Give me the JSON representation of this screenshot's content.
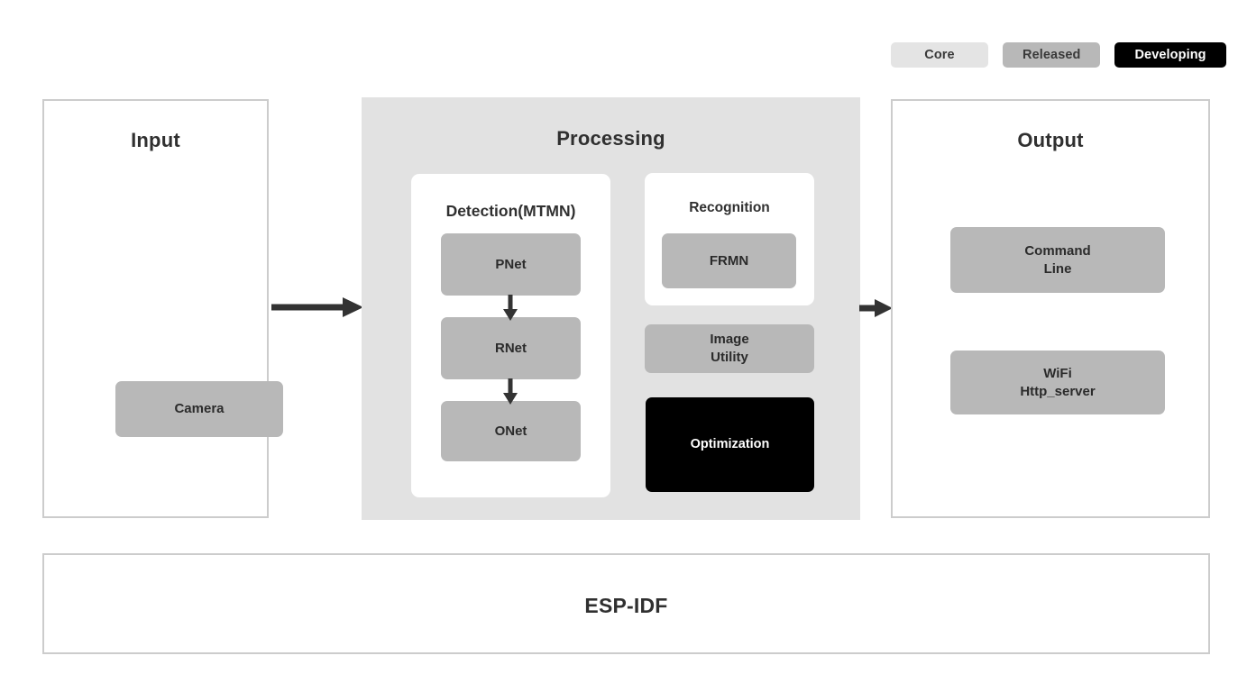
{
  "legend": {
    "items": [
      {
        "label": "Core",
        "color": "#e4e4e4",
        "text_color": "#3a3a3a"
      },
      {
        "label": "Released",
        "color": "#b8b8b8",
        "text_color": "#3a3a3a"
      },
      {
        "label": "Developing",
        "color": "#000000",
        "text_color": "#ffffff"
      }
    ]
  },
  "panels": {
    "input": {
      "title": "Input",
      "nodes": [
        {
          "label": "Camera",
          "status": "Released"
        }
      ]
    },
    "processing": {
      "title": "Processing",
      "detection": {
        "title": "Detection(MTMN)",
        "nodes": [
          {
            "label": "PNet",
            "status": "Released"
          },
          {
            "label": "RNet",
            "status": "Released"
          },
          {
            "label": "ONet",
            "status": "Released"
          }
        ]
      },
      "recognition": {
        "title": "Recognition",
        "nodes": [
          {
            "label": "FRMN",
            "status": "Released"
          }
        ]
      },
      "standalone_nodes": [
        {
          "label": "Image\nUtility",
          "status": "Released"
        },
        {
          "label": "Optimization",
          "status": "Developing"
        }
      ]
    },
    "output": {
      "title": "Output",
      "nodes": [
        {
          "label": "Command\nLine",
          "status": "Released"
        },
        {
          "label": "WiFi\nHttp_server",
          "status": "Released"
        }
      ]
    },
    "framework": {
      "title": "ESP-IDF",
      "status": "Core"
    }
  },
  "colors": {
    "background": "#ffffff",
    "panel_border": "#cccccc",
    "processing_bg": "#e2e2e2",
    "released": "#b8b8b8",
    "core": "#e4e4e4",
    "developing": "#000000",
    "arrow": "#333333",
    "text": "#2f2f2f"
  }
}
